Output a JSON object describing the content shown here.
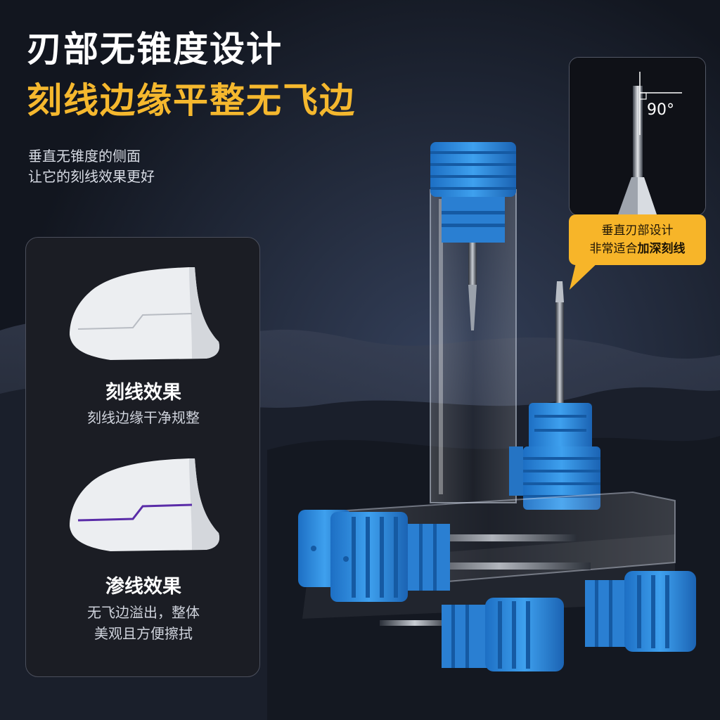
{
  "heading": {
    "line1": "刃部无锥度设计",
    "line2": "刻线边缘平整无飞边"
  },
  "description": {
    "line1": "垂直无锥度的侧面",
    "line2": "让它的刻线效果更好"
  },
  "card": {
    "item1": {
      "title": "刻线效果",
      "sub_line1": "刻线边缘干净规整"
    },
    "item2": {
      "title": "渗线效果",
      "sub_line1": "无飞边溢出，整体",
      "sub_line2": "美观且方便擦拭"
    }
  },
  "detail_inset": {
    "angle_label": "90°"
  },
  "callout": {
    "line1": "垂直刃部设计",
    "line2_prefix": "非常适合",
    "line2_bold": "加深刻线"
  },
  "colors": {
    "background": "#141a28",
    "accent_gold": "#f5b82e",
    "cap_blue": "#2f8fe0",
    "ink_purple": "#5a2ca8"
  }
}
